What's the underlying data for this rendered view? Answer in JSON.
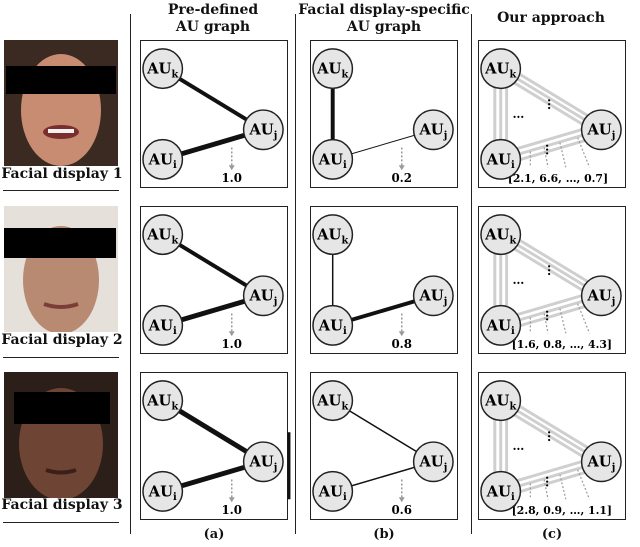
{
  "headers": {
    "col_a": [
      "Pre-defined",
      "AU graph"
    ],
    "col_b": [
      "Facial display-specific",
      "AU graph"
    ],
    "col_c": [
      "Our approach"
    ]
  },
  "rows": [
    {
      "caption": "Facial display 1",
      "weight_a": "1.0",
      "weight_b": "0.2",
      "vector_c": "[2.1, 6.6, …, 0.7]"
    },
    {
      "caption": "Facial display 2",
      "weight_a": "1.0",
      "weight_b": "0.8",
      "vector_c": "[1.6, 0.8, …, 4.3]"
    },
    {
      "caption": "Facial display 3",
      "weight_a": "1.0",
      "weight_b": "0.6",
      "vector_c": "[2.8, 0.9, …, 1.1]"
    }
  ],
  "nodes": {
    "k": "AU",
    "k_sub": "k",
    "j": "AU",
    "j_sub": "j",
    "i": "AU",
    "i_sub": "i"
  },
  "ellipsis": "…",
  "column_labels": [
    "(a)",
    "(b)",
    "(c)"
  ]
}
